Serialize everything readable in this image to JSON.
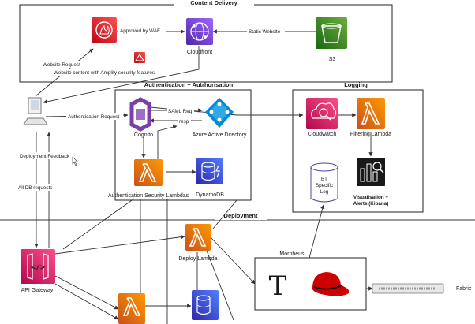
{
  "groups": {
    "content_delivery": "Content Delivery",
    "auth": "Authentication + Autrhorisation",
    "logging": "Logging",
    "deployment": "Deployment",
    "morpheus": "Morpheus"
  },
  "nodes": {
    "cloudfront": "Cloudfront",
    "s3": "S3",
    "cognito": "Cognito",
    "azure_ad": "Azure Active Directory",
    "auth_lambdas": "Authentication Security Lambdas",
    "dynamodb": "DynamoDB",
    "cloudwatch": "Cloudwatch",
    "filtering_lambda": "Filtering Lambda",
    "bt_log_line1": "BT",
    "bt_log_line2": "Specific",
    "bt_log_line3": "Log",
    "kibana_line1": "Visualisation +",
    "kibana_line2": "Alerts (Kibana)",
    "api_gateway": "API Gateway",
    "deploy_lambda": "Deploy Lambda",
    "fabric": "Fabric"
  },
  "edges": {
    "approved_by_waf": "Approved by WAF",
    "static_website": "Static Website",
    "website_request": "Website Request",
    "website_content": "Website content with Amplify security features",
    "authentication_request": "Authentication Request",
    "saml_req": "SAML Req",
    "resp": "resp",
    "deployment_feedback": "Deployment Feedback",
    "all_db_requests": "All DB requests"
  },
  "colors": {
    "security_red": "#dd344c",
    "networking_purple": "#8c4fff",
    "storage_green": "#3f8624",
    "compute_orange": "#ed7100",
    "database_blue": "#3b48cc",
    "azure_blue": "#0089d6",
    "management_pink": "#e7157b"
  }
}
